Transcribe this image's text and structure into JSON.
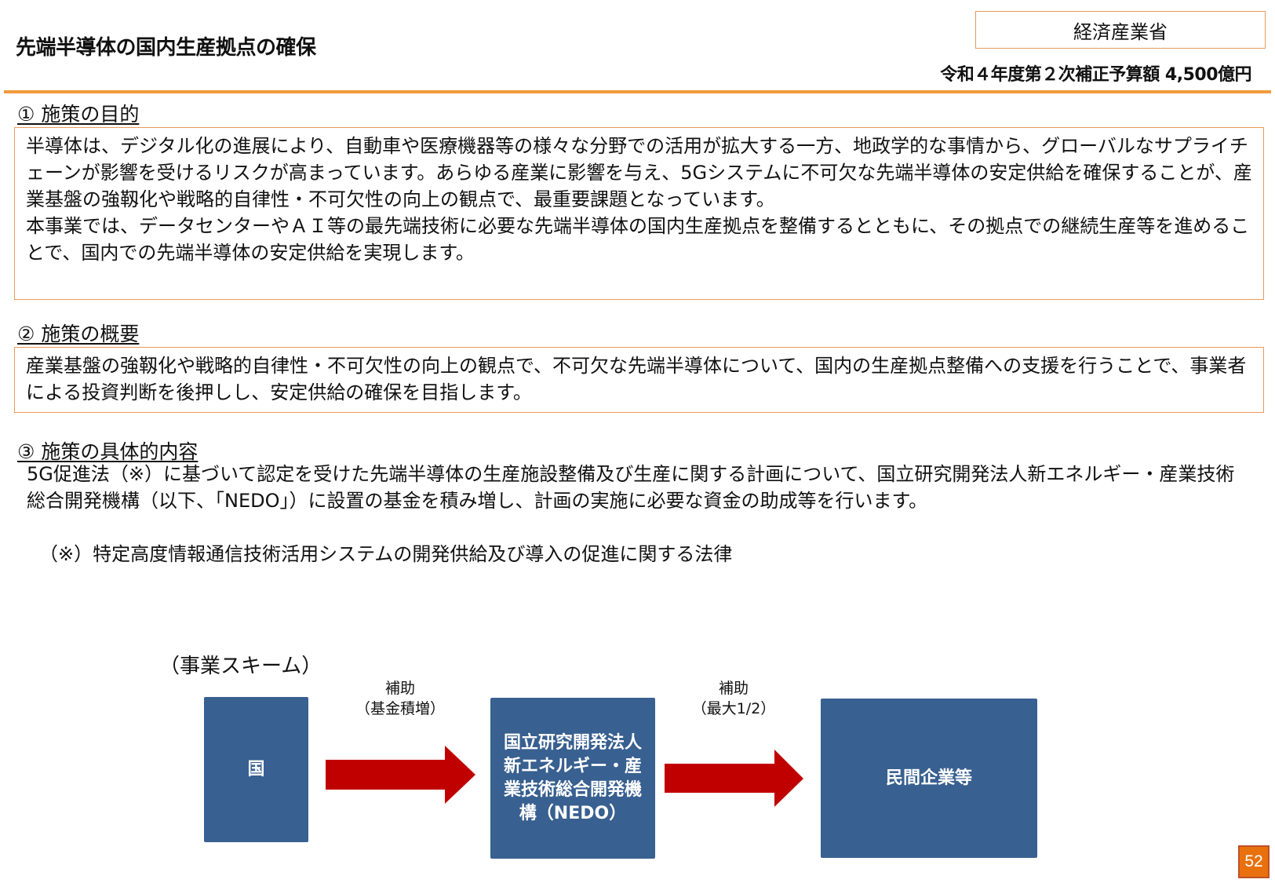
{
  "header": {
    "title": "先端半導体の国内生産拠点の確保",
    "ministry": "経済産業省",
    "budget": "令和４年度第２次補正予算額 4,500億円"
  },
  "sections": [
    {
      "heading": "①  施策の目的",
      "paragraphs": [
        "半導体は、デジタル化の進展により、自動車や医療機器等の様々な分野での活用が拡大する一方、地政学的な事情から、グローバルなサプライチェーンが影響を受けるリスクが高まっています。あらゆる産業に影響を与え、5Gシステムに不可欠な先端半導体の安定供給を確保することが、産業基盤の強靱化や戦略的自律性・不可欠性の向上の観点で、最重要課題となっています。",
        "本事業では、データセンターやＡＩ等の最先端技術に必要な先端半導体の国内生産拠点を整備するとともに、その拠点での継続生産等を進めることで、国内での先端半導体の安定供給を実現します。"
      ]
    },
    {
      "heading": "②  施策の概要",
      "paragraphs": [
        "産業基盤の強靱化や戦略的自律性・不可欠性の向上の観点で、不可欠な先端半導体について、国内の生産拠点整備への支援を行うことで、事業者による投資判断を後押しし、安定供給の確保を目指します。"
      ]
    },
    {
      "heading": "③  施策の具体的内容",
      "paragraphs": [
        "5G促進法（※）に基づいて認定を受けた先端半導体の生産施設整備及び生産に関する計画について、国立研究開発法人新エネルギー・産業技術総合開発機構（以下、「NEDO」）に設置の基金を積み増し、計画の実施に必要な資金の助成等を行います。",
        "（※）特定高度情報通信技術活用システムの開発供給及び導入の促進に関する法律"
      ]
    }
  ],
  "scheme": {
    "label": "（事業スキーム）",
    "nodes": [
      {
        "label": "国"
      },
      {
        "label": "国立研究開発法人新エネルギー・産業技術総合開発機構（NEDO）"
      },
      {
        "label": "民間企業等"
      }
    ],
    "arrows": [
      {
        "line1": "補助",
        "line2": "（基金積増）"
      },
      {
        "line1": "補助",
        "line2": "（最大1/2）"
      }
    ]
  },
  "page_number": "52",
  "colors": {
    "accent_orange": "#f39a3b",
    "box_border": "#ec9a5a",
    "node_blue": "#386090",
    "arrow_red": "#c00000",
    "page_badge": "#e8710e"
  }
}
